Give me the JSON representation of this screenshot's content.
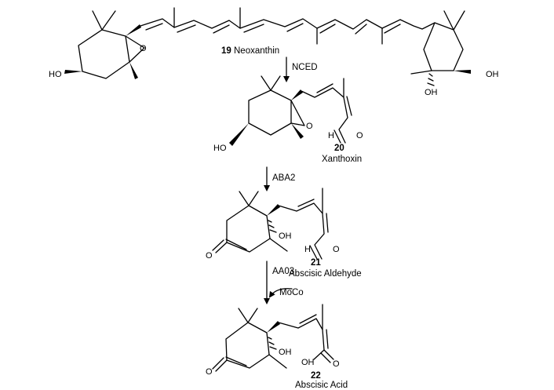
{
  "compounds": [
    {
      "number": "19",
      "name": "Neoxanthin",
      "atoms": {
        "ho": "HO",
        "o_epox": "O",
        "oh": "OH",
        "ho_right": "OH"
      }
    },
    {
      "number": "20",
      "name": "Xanthoxin",
      "atoms": {
        "ho": "HO",
        "o_epox": "O",
        "h": "H",
        "o": "O"
      }
    },
    {
      "number": "21",
      "name": "Abscisic Aldehyde",
      "atoms": {
        "o_ketone": "O",
        "oh": "OH",
        "h": "H",
        "o": "O"
      }
    },
    {
      "number": "22",
      "name": "Abscisic Acid",
      "atoms": {
        "o_ketone": "O",
        "oh": "OH",
        "oh_acid": "OH",
        "o": "O"
      }
    }
  ],
  "steps": [
    {
      "enzyme": "NCED"
    },
    {
      "enzyme": "ABA2"
    },
    {
      "enzyme": "AA03",
      "cofactor": "MoCo"
    }
  ]
}
